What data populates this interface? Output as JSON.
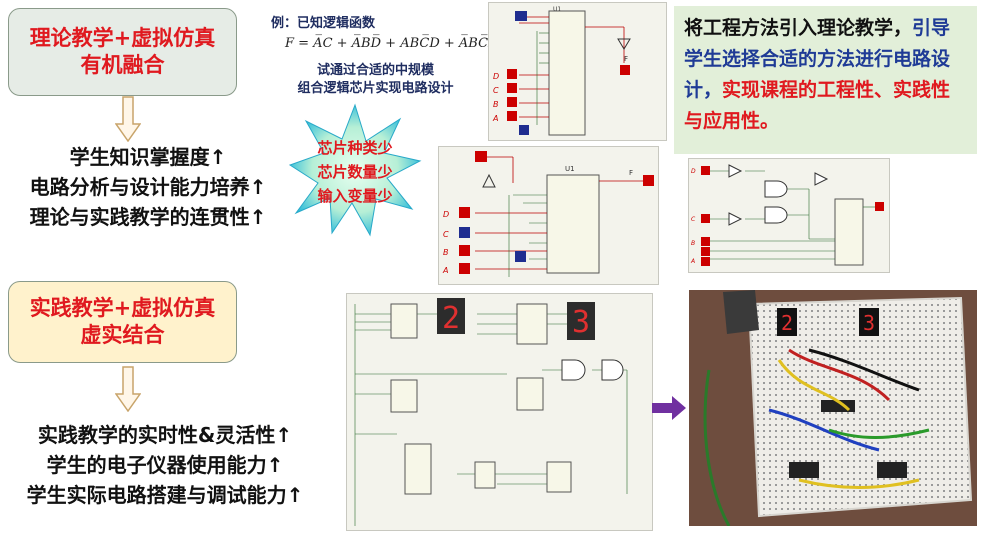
{
  "theory_topic": {
    "line1": "理论教学+虚拟仿真",
    "line2": "有机融合"
  },
  "theory_benefits": [
    "学生知识掌握度↑",
    "电路分析与设计能力培养↑",
    "理论与实践教学的连贯性↑"
  ],
  "practice_topic": {
    "line1": "实践教学+虚拟仿真",
    "line2": "虚实结合"
  },
  "practice_benefits": [
    "实践教学的实时性&灵活性↑",
    "学生的电子仪器使用能力↑",
    "学生实际电路搭建与调试能力↑"
  ],
  "formula": {
    "intro": "例：已知逻辑函数",
    "equation": "F = A̅C + A̅BD̅ + ABC̅D + A̅BC̅D̅",
    "note_line1": "试通过合适的中规模",
    "note_line2": "组合逻辑芯片实现电路设计"
  },
  "burst": [
    "芯片种类少",
    "芯片数量少",
    "输入变量少"
  ],
  "summary": {
    "part1": "将工程方法引入理论教学，",
    "part2": "引导学生选择合适的方法进行电路设计，",
    "part3": "实现课程的工程性、实践性与应用性。"
  },
  "schematic_labels": {
    "inputs": [
      "D",
      "C",
      "B",
      "A"
    ],
    "output": "F",
    "chip": "U1",
    "display_digits": [
      "2",
      "3"
    ]
  },
  "colors": {
    "accent_red": "#e0191f",
    "text_blue": "#1f3b96",
    "summary_bg": "#e2efd9",
    "arrow_purple": "#7030a0"
  }
}
